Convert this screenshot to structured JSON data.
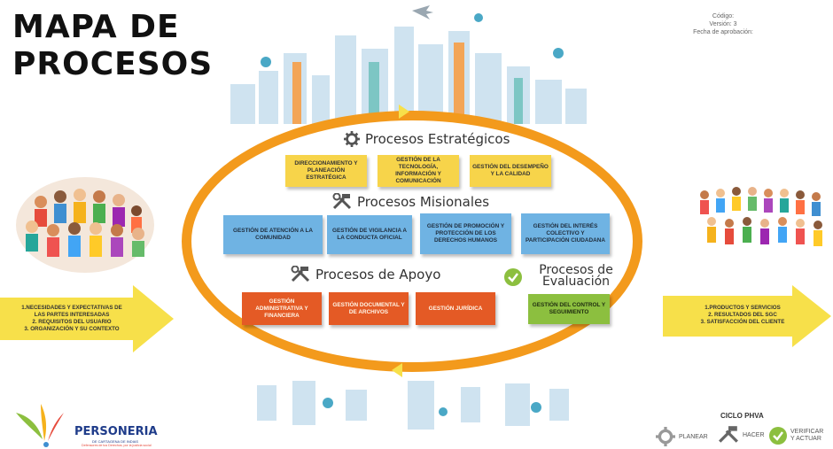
{
  "title_lines": [
    "MAPA DE",
    "PROCESOS"
  ],
  "doc_meta": {
    "code": "Código:",
    "version": "Versión: 3",
    "approval": "Fecha de aprobación:"
  },
  "sections": {
    "strategic": {
      "title": "Procesos Estratégicos",
      "boxes": [
        "DIRECCIONAMIENTO Y PLANEACIÓN ESTRATÉGICA",
        "GESTIÓN DE LA TECNOLOGÍA, INFORMACIÓN Y COMUNICACIÓN",
        "GESTIÓN DEL DESEMPEÑO Y LA CALIDAD"
      ]
    },
    "missional": {
      "title": "Procesos Misionales",
      "boxes": [
        "GESTIÓN DE ATENCIÓN A LA COMUNIDAD",
        "GESTIÓN DE VIGILANCIA A LA CONDUCTA OFICIAL",
        "GESTIÓN DE PROMOCIÓN Y PROTECCIÓN DE LOS DERECHOS HUMANOS",
        "GESTIÓN DEL INTERÉS COLECTIVO Y PARTICIPACIÓN CIUDADANA"
      ]
    },
    "support": {
      "title": "Procesos de Apoyo",
      "boxes": [
        "GESTIÓN ADMINISTRATIVA Y FINANCIERA",
        "GESTIÓN DOCUMENTAL Y DE ARCHIVOS",
        "GESTIÓN JURÍDICA"
      ]
    },
    "evaluation": {
      "title_line1": "Procesos de",
      "title_line2": "Evaluación",
      "boxes": [
        "GESTIÓN DEL CONTROL Y SEGUIMIENTO"
      ]
    }
  },
  "inputs": [
    "1.NECESIDADES Y EXPECTATIVAS DE",
    "LAS PARTES INTERESADAS",
    "2. REQUISITOS DEL USUARIO",
    "3. ORGANIZACIÓN Y SU CONTEXTO"
  ],
  "outputs": [
    "1.PRODUCTOS Y SERVICIOS",
    "2. RESULTADOS DEL SGC",
    "3. SATISFACCIÓN DEL CLIENTE"
  ],
  "logo": {
    "name": "PERSONERIA",
    "sub1": "DE CARTAGENA DE INDIAS",
    "sub2": "Defensores de tus Derechos, por la justicia social"
  },
  "phva": {
    "title": "CICLO PHVA",
    "items": [
      {
        "label": "PLANEAR",
        "icon": "gear-icon"
      },
      {
        "label": "HACER",
        "icon": "tools-icon"
      },
      {
        "label_line1": "VERIFICAR",
        "label_line2": "Y ACTUAR",
        "icon": "check-icon"
      }
    ]
  },
  "colors": {
    "ring": "#f39a1c",
    "strategic": "#f7d44a",
    "missional": "#6fb3e3",
    "support": "#e45a25",
    "evaluation": "#8cbf3f",
    "arrows": "#f7e04a"
  }
}
